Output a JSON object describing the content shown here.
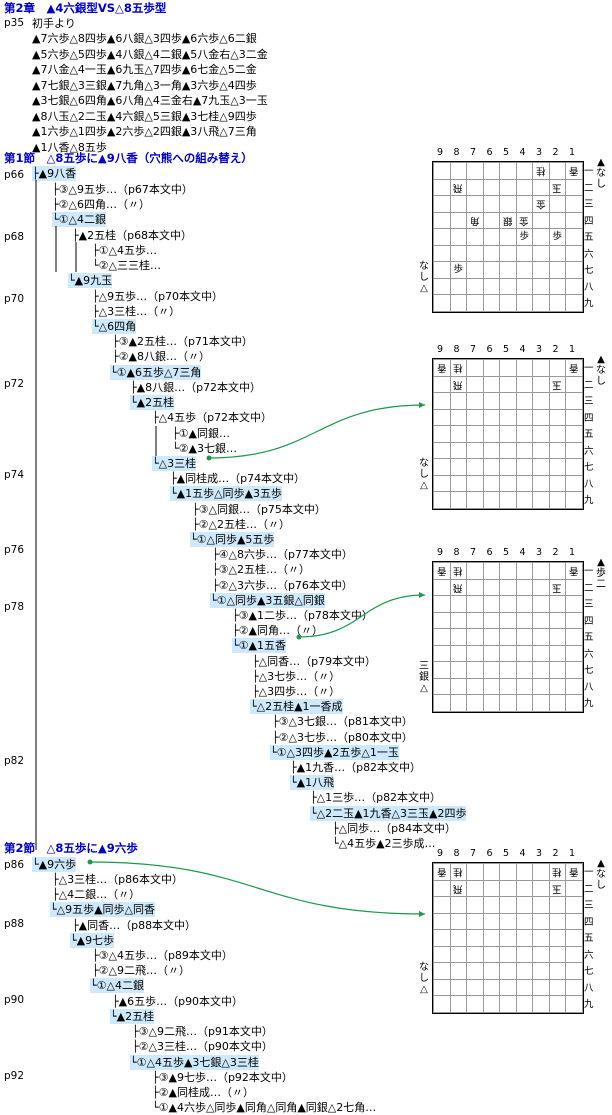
{
  "chapter": {
    "title": "第2章　▲4六銀型VS△8五歩型",
    "page": "p35",
    "intro_label": "初手より",
    "moves": [
      "▲7六歩△8四歩▲6八銀△3四歩▲6六歩△6二銀",
      "▲5六歩△5四歩▲4八銀△4二銀▲5八金右△3二金",
      "▲7八金△4一玉▲6九玉△7四歩▲6七金△5二金",
      "▲7七銀△3三銀▲7九角△3一角▲3六歩△4四歩",
      "▲3七銀△6四角▲6八角△4三金右▲7九玉△3一玉",
      "▲8八玉△2二玉▲4六銀△5三銀▲3七桂△9四歩",
      "▲1六歩△1四歩▲2六歩△2四銀▲3八飛△7三角",
      "▲1八香△8五歩"
    ]
  },
  "section1": {
    "title": "第1節　△8五歩に▲9八香（穴熊への組み替え）"
  },
  "section2": {
    "title": "第2節　△8五歩に▲9六歩"
  },
  "page_labels": [
    "p66",
    "p68",
    "p70",
    "p72",
    "p74",
    "p76",
    "p78",
    "p82",
    "p86",
    "p88",
    "p90",
    "p92"
  ],
  "tree1": [
    "├▲9八香",
    "├③△9五歩…（p67本文中）",
    "├②△6四角…（〃）",
    "└①△4二銀",
    "├▲2五桂（p68本文中）",
    "├①△4五歩…",
    "└②△三三桂…",
    "└▲9九玉",
    "├△9五歩…（p70本文中）",
    "├△3三桂…（〃）",
    "└△6四角",
    "├③▲2五桂…（p71本文中）",
    "├②▲8八銀…（〃）",
    "└①▲6五歩△7三角",
    "├▲8八銀…（p72本文中）",
    "└▲2五桂",
    "├△4五歩（p72本文中）",
    "├①▲同銀…",
    "└②▲3七銀…",
    "└△3三桂",
    "├▲同桂成…（p74本文中）",
    "└▲1五歩△同歩▲3五歩",
    "├③△同銀…（p75本文中）",
    "├②△2五桂…（〃）",
    "└①△同歩▲5五歩",
    "├④△8六歩…（p77本文中）",
    "├③△2五桂…（〃）",
    "├②△3六歩…（p76本文中）",
    "└①△同歩▲3五銀△同銀",
    "├③▲1二歩…（p78本文中）",
    "├②▲同角…（〃）",
    "└①▲1五香",
    "├△同香…（p79本文中）",
    "├△3七歩…（〃）",
    "├△3四歩…（〃）",
    "└△2五桂▲1一香成",
    "├③△3七銀…（p81本文中）",
    "├②△3七歩…（p80本文中）",
    "└①△3四歩▲2五歩△1一玉",
    "├▲1九香…（p82本文中）",
    "└▲1八飛",
    "├△1三歩…（p82本文中）",
    "└△2二玉▲1九香△3三玉▲2四歩",
    "├△同歩…（p84本文中）",
    "└△4五歩▲2三歩成…"
  ],
  "tree2": [
    "└▲9六歩",
    "├△3三桂…（p86本文中）",
    "├△4二銀…（〃）",
    "└△9五歩▲同歩△同香",
    "├▲同香…（p88本文中）",
    "└▲9七歩",
    "├③△4五歩…（p89本文中）",
    "├②△9二飛…（〃）",
    "└①△4二銀",
    "├▲6五歩…（p90本文中）",
    "└▲2五桂",
    "├③△9二飛…（p91本文中）",
    "├②△3三桂…（p90本文中）",
    "└①△4五歩▲3七銀△3三桂",
    "├③▲9七歩…（p92本文中）",
    "├②▲同桂成…（〃）",
    "└①▲4六歩△同歩▲同角△同角▲同銀△2七角…"
  ],
  "boards": [
    {
      "cols": [
        "9",
        "8",
        "7",
        "6",
        "5",
        "4",
        "3",
        "2",
        "1"
      ],
      "rows": [
        "一",
        "二",
        "三",
        "四",
        "五",
        "六",
        "七",
        "八",
        "九"
      ],
      "hand_top": "▲なし",
      "hand_bottom": "なし△",
      "cells": [
        [
          "",
          "",
          "",
          "",
          "",
          "",
          "桂",
          "",
          "香"
        ],
        [
          "",
          "飛",
          "",
          "",
          "",
          "",
          "",
          "玉",
          ""
        ],
        [
          "",
          "",
          "",
          "",
          "",
          "",
          "金",
          "",
          ""
        ],
        [
          "",
          "",
          "角",
          "",
          "銀",
          "金",
          "",
          "",
          ""
        ],
        [
          "",
          "",
          "",
          "",
          "",
          "歩",
          "",
          "歩",
          ""
        ],
        [
          "",
          "",
          "",
          "",
          "",
          "",
          "",
          "",
          ""
        ],
        [
          "",
          "歩",
          "",
          "",
          "",
          "",
          "",
          "",
          ""
        ],
        [
          "",
          "",
          "",
          "",
          "",
          "",
          "",
          "",
          ""
        ],
        [
          "",
          "",
          "",
          "",
          "",
          "",
          "",
          "",
          ""
        ]
      ]
    },
    {
      "cols": [
        "9",
        "8",
        "7",
        "6",
        "5",
        "4",
        "3",
        "2",
        "1"
      ],
      "rows": [
        "一",
        "二",
        "三",
        "四",
        "五",
        "六",
        "七",
        "八",
        "九"
      ],
      "hand_top": "▲なし",
      "hand_bottom": "なし△",
      "cells": [
        [
          "香",
          "桂",
          "",
          "",
          "",
          "",
          "",
          "",
          "香"
        ],
        [
          "",
          "飛",
          "",
          "",
          "",
          "",
          "",
          "玉",
          ""
        ],
        [
          "",
          "",
          "",
          "",
          "",
          "",
          "",
          "",
          ""
        ],
        [
          "",
          "",
          "",
          "",
          "",
          "",
          "",
          "",
          ""
        ],
        [
          "",
          "",
          "",
          "",
          "",
          "",
          "",
          "",
          ""
        ],
        [
          "",
          "",
          "",
          "",
          "",
          "",
          "",
          "",
          ""
        ],
        [
          "",
          "",
          "",
          "",
          "",
          "",
          "",
          "",
          ""
        ],
        [
          "",
          "",
          "",
          "",
          "",
          "",
          "",
          "",
          ""
        ],
        [
          "",
          "",
          "",
          "",
          "",
          "",
          "",
          "",
          ""
        ]
      ]
    },
    {
      "cols": [
        "9",
        "8",
        "7",
        "6",
        "5",
        "4",
        "3",
        "2",
        "1"
      ],
      "rows": [
        "一",
        "二",
        "三",
        "四",
        "五",
        "六",
        "七",
        "八",
        "九"
      ],
      "hand_top": "▲歩二",
      "hand_bottom": "三銀△",
      "cells": [
        [
          "香",
          "桂",
          "",
          "",
          "",
          "",
          "",
          "",
          "香"
        ],
        [
          "",
          "飛",
          "",
          "",
          "",
          "",
          "",
          "玉",
          ""
        ],
        [
          "",
          "",
          "",
          "",
          "",
          "",
          "",
          "",
          ""
        ],
        [
          "",
          "",
          "",
          "",
          "",
          "",
          "",
          "",
          ""
        ],
        [
          "",
          "",
          "",
          "",
          "",
          "",
          "",
          "",
          ""
        ],
        [
          "",
          "",
          "",
          "",
          "",
          "",
          "",
          "",
          ""
        ],
        [
          "",
          "",
          "",
          "",
          "",
          "",
          "",
          "",
          ""
        ],
        [
          "",
          "",
          "",
          "",
          "",
          "",
          "",
          "",
          ""
        ],
        [
          "",
          "",
          "",
          "",
          "",
          "",
          "",
          "",
          ""
        ]
      ]
    },
    {
      "cols": [
        "9",
        "8",
        "7",
        "6",
        "5",
        "4",
        "3",
        "2",
        "1"
      ],
      "rows": [
        "一",
        "二",
        "三",
        "四",
        "五",
        "六",
        "七",
        "八",
        "九"
      ],
      "hand_top": "▲なし",
      "hand_bottom": "なし△",
      "cells": [
        [
          "香",
          "桂",
          "",
          "",
          "",
          "",
          "",
          "桂",
          "香"
        ],
        [
          "",
          "飛",
          "",
          "",
          "",
          "",
          "",
          "玉",
          ""
        ],
        [
          "",
          "",
          "",
          "",
          "",
          "",
          "",
          "",
          ""
        ],
        [
          "",
          "",
          "",
          "",
          "",
          "",
          "",
          "",
          ""
        ],
        [
          "",
          "",
          "",
          "",
          "",
          "",
          "",
          "",
          ""
        ],
        [
          "",
          "",
          "",
          "",
          "",
          "",
          "",
          "",
          ""
        ],
        [
          "",
          "",
          "",
          "",
          "",
          "",
          "",
          "",
          ""
        ],
        [
          "",
          "",
          "",
          "",
          "",
          "",
          "",
          "",
          ""
        ],
        [
          "",
          "",
          "",
          "",
          "",
          "",
          "",
          "",
          ""
        ]
      ]
    }
  ],
  "colors": {
    "heading": "#0000cc",
    "highlight": "#cde9fb",
    "arrow": "#1a9a4a"
  }
}
